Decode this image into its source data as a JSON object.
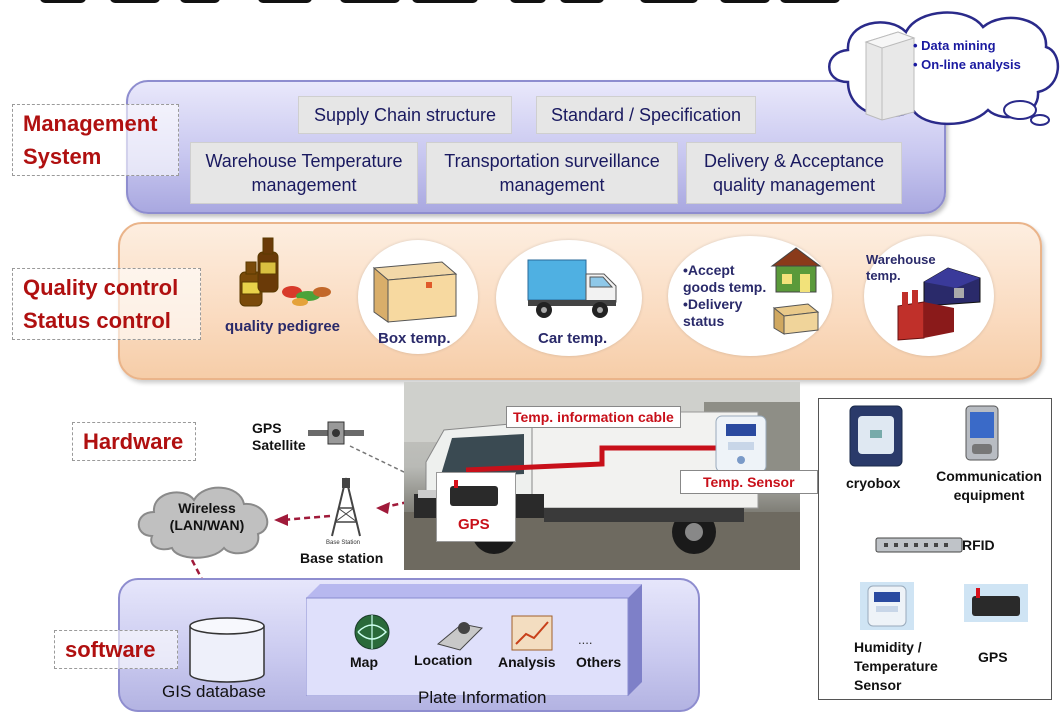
{
  "cloud": {
    "items": [
      "• Data mining",
      "• On-line analysis"
    ]
  },
  "management": {
    "label_line1": "Management",
    "label_line2": "System",
    "top_boxes": [
      "Supply Chain structure",
      "Standard / Specification"
    ],
    "bottom_boxes": [
      {
        "line1": "Warehouse Temperature",
        "line2": "management"
      },
      {
        "line1": "Transportation surveillance",
        "line2": "management"
      },
      {
        "line1": "Delivery & Acceptance",
        "line2": "quality management"
      }
    ]
  },
  "quality": {
    "label_line1": "Quality control",
    "label_line2": "Status control",
    "items": [
      "quality pedigree",
      "Box temp.",
      "Car temp."
    ],
    "accept_line1": "•Accept",
    "accept_line2": "goods temp.",
    "delivery_line1": "•Delivery",
    "delivery_line2": "status",
    "warehouse_line1": "Warehouse",
    "warehouse_line2": "temp."
  },
  "hardware": {
    "label": "Hardware",
    "gps_satellite_line1": "GPS",
    "gps_satellite_line2": "Satellite",
    "wireless_line1": "Wireless",
    "wireless_line2": "(LAN/WAN)",
    "base_station": "Base station",
    "base_station_small": "Base Station",
    "cable_label": "Temp. information cable",
    "sensor_label": "Temp. Sensor",
    "gps_label": "GPS"
  },
  "devices": {
    "cryobox": "cryobox",
    "comm_line1": "Communication",
    "comm_line2": "equipment",
    "rfid": "RFID",
    "humidity_line1": "Humidity /",
    "humidity_line2": "Temperature",
    "humidity_line3": "Sensor",
    "gps": "GPS"
  },
  "software": {
    "label": "software",
    "gis": "GIS database",
    "plate": "Plate Information",
    "items": [
      "Map",
      "Location",
      "Analysis",
      "Others"
    ],
    "dots": "...."
  },
  "colors": {
    "accent_red": "#b01010",
    "mgmt_band": "#c9c8f0",
    "quality_band": "#fadbc0"
  }
}
